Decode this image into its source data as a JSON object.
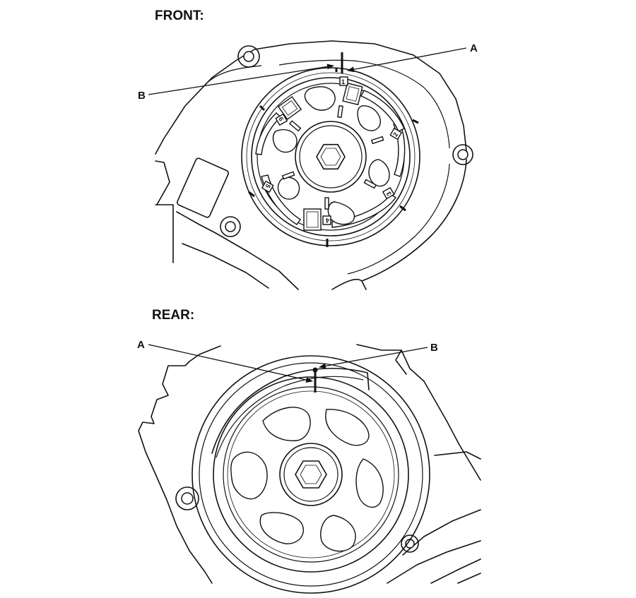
{
  "front": {
    "title": "FRONT:",
    "callout_a": "A",
    "callout_b": "B",
    "pulley_marks": [
      "1",
      "2",
      "3",
      "4",
      "5",
      "6"
    ]
  },
  "rear": {
    "title": "REAR:",
    "callout_a": "A",
    "callout_b": "B"
  }
}
